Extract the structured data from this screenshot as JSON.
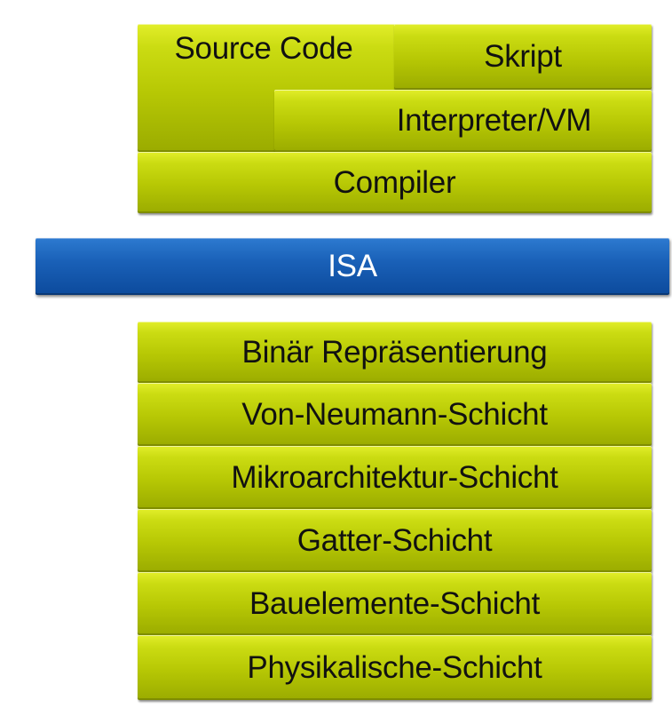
{
  "upper_stack": {
    "source_code": "Source Code",
    "skript": "Skript",
    "interpreter_vm": "Interpreter/VM",
    "compiler": "Compiler"
  },
  "isa": {
    "label": "ISA"
  },
  "lower_stack": {
    "layers": [
      "Binär Repräsentierung",
      "Von-Neumann-Schicht",
      "Mikroarchitektur-Schicht",
      "Gatter-Schicht",
      "Bauelemente-Schicht",
      "Physikalische-Schicht"
    ]
  },
  "colors": {
    "layer_green": "#b6c704",
    "isa_blue": "#1a61b8"
  }
}
